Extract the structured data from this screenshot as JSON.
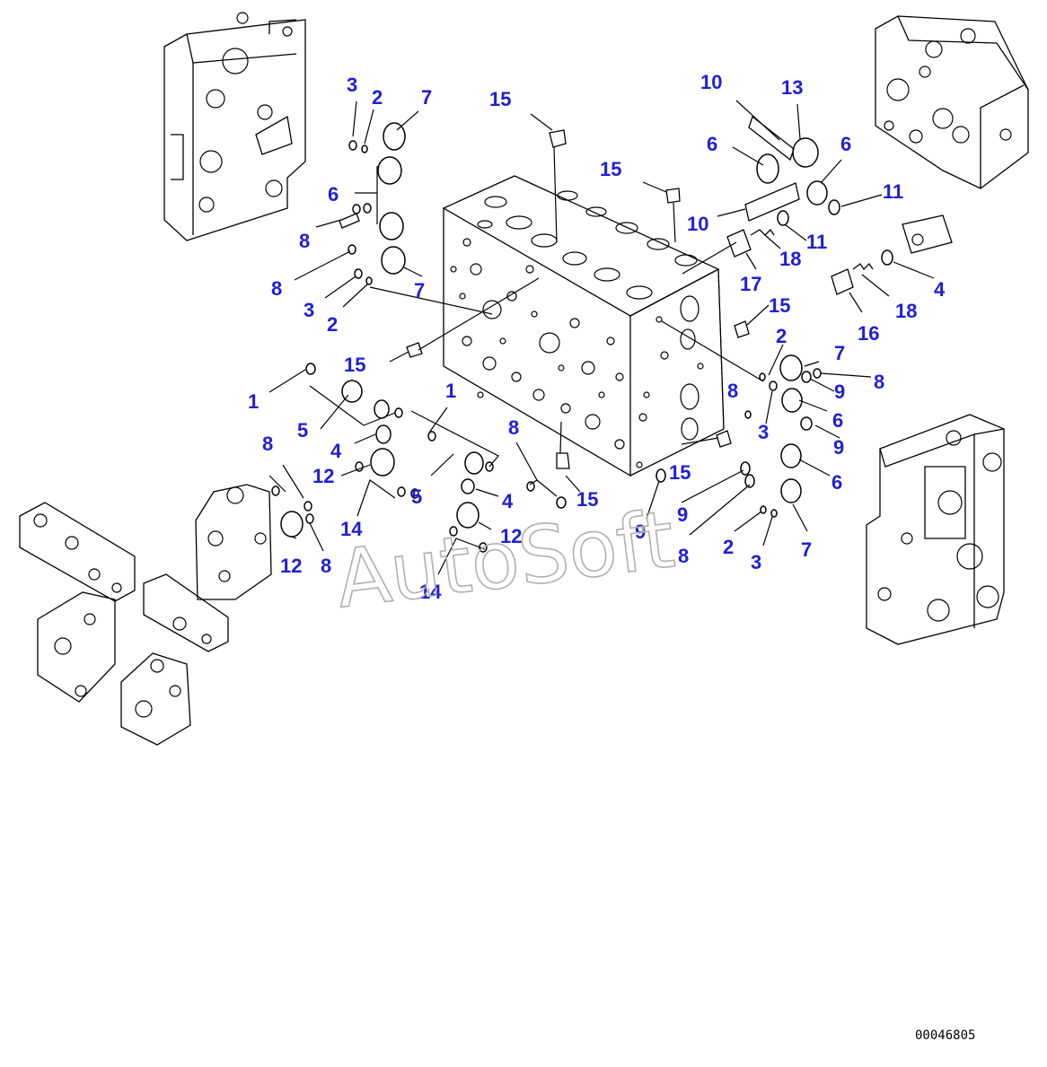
{
  "callouts": {
    "c3a": "3",
    "c2a": "2",
    "c7a": "7",
    "c6a": "6",
    "c8a": "8",
    "c8b": "8",
    "c3b": "3",
    "c2b": "2",
    "c7b": "7",
    "c15a": "15",
    "c15b": "15",
    "c15c": "15",
    "c15d": "15",
    "c15e": "15",
    "c15f": "15",
    "c10a": "10",
    "c13": "13",
    "c6b": "6",
    "c6c": "6",
    "c11a": "11",
    "c10b": "10",
    "c11b": "11",
    "c17": "17",
    "c18a": "18",
    "c4a": "4",
    "c18b": "18",
    "c16": "16",
    "c2c": "2",
    "c7c": "7",
    "c8c": "8",
    "c9a": "9",
    "c8d": "8",
    "c3c": "3",
    "c6d": "6",
    "c9b": "9",
    "c6e": "6",
    "c1a": "1",
    "c1b": "1",
    "c5a": "5",
    "c4b": "4",
    "c12a": "12",
    "c5b": "5",
    "c4c": "4",
    "c8e": "8",
    "c8f": "8",
    "c14a": "14",
    "c12b": "12",
    "c12c": "12",
    "c8g": "8",
    "c14b": "14",
    "c9c": "9",
    "c9d": "9",
    "c8h": "8",
    "c2d": "2",
    "c3d": "3",
    "c7d": "7"
  },
  "watermark": "AutoSoft",
  "drawing_code": "00046805"
}
